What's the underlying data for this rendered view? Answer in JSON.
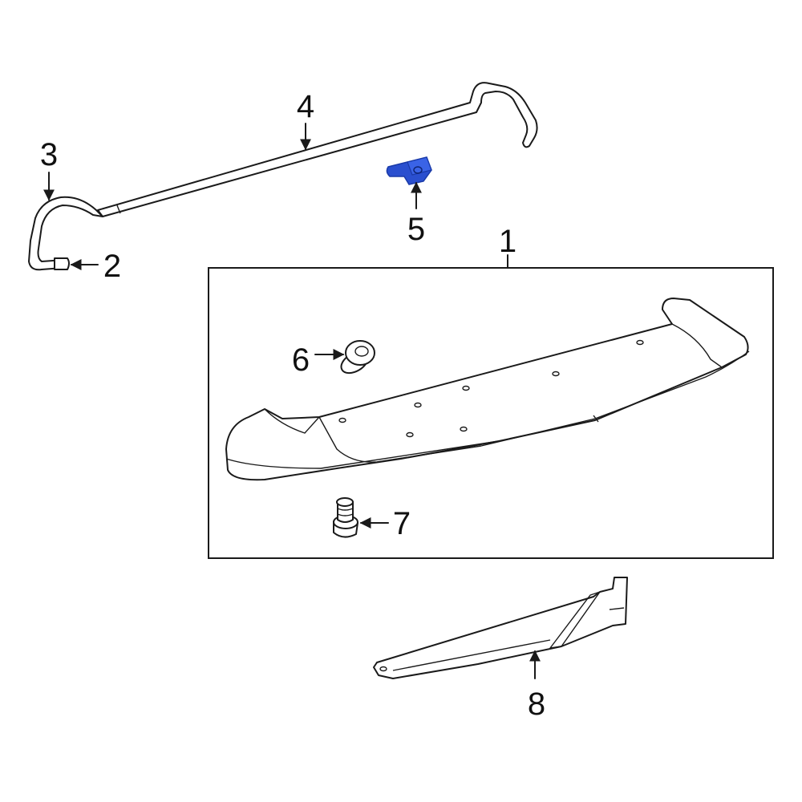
{
  "diagram": {
    "callouts": [
      {
        "id": "1",
        "label": "1"
      },
      {
        "id": "2",
        "label": "2"
      },
      {
        "id": "3",
        "label": "3"
      },
      {
        "id": "4",
        "label": "4"
      },
      {
        "id": "5",
        "label": "5"
      },
      {
        "id": "6",
        "label": "6"
      },
      {
        "id": "7",
        "label": "7"
      },
      {
        "id": "8",
        "label": "8"
      }
    ],
    "colors": {
      "line": "#1a1a1a",
      "highlight_part": "#2a4fcf",
      "highlight_part_dark": "#1a3aa8",
      "background": "#ffffff"
    },
    "highlighted_callout": "5"
  }
}
